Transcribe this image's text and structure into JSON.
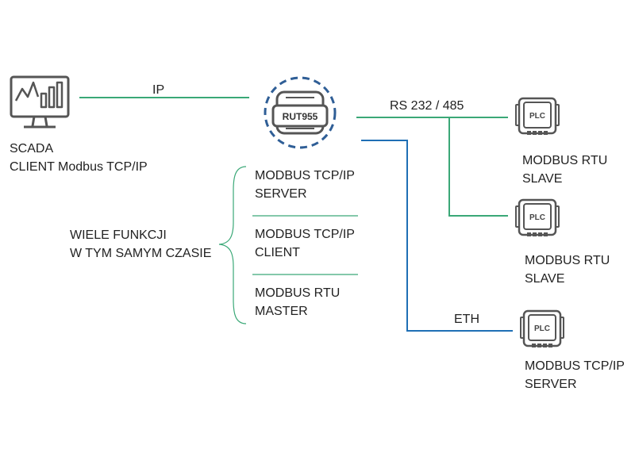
{
  "colors": {
    "green_line": "#3aa877",
    "blue_line": "#1f6fb5",
    "router_ring": "#2f5e96",
    "icon_gray": "#555555",
    "text": "#222222"
  },
  "scada": {
    "icon": "monitor-chart-icon",
    "line1": "SCADA",
    "line2": "CLIENT Modbus TCP/IP"
  },
  "links": {
    "ip": "IP",
    "rs": "RS 232 / 485",
    "eth": "ETH"
  },
  "router": {
    "icon": "router-icon",
    "label": "RUT955"
  },
  "functions": {
    "group_label_line1": "WIELE FUNKCJI",
    "group_label_line2": "W TYM SAMYM CZASIE",
    "items": [
      {
        "line1": "MODBUS TCP/IP",
        "line2": "SERVER"
      },
      {
        "line1": "MODBUS TCP/IP",
        "line2": "CLIENT"
      },
      {
        "line1": "MODBUS RTU",
        "line2": "MASTER"
      }
    ]
  },
  "devices": [
    {
      "icon": "plc-icon",
      "badge": "PLC",
      "line1": "MODBUS RTU",
      "line2": "SLAVE"
    },
    {
      "icon": "plc-icon",
      "badge": "PLC",
      "line1": "MODBUS RTU",
      "line2": "SLAVE"
    },
    {
      "icon": "plc-icon",
      "badge": "PLC",
      "line1": "MODBUS TCP/IP",
      "line2": "SERVER"
    }
  ]
}
